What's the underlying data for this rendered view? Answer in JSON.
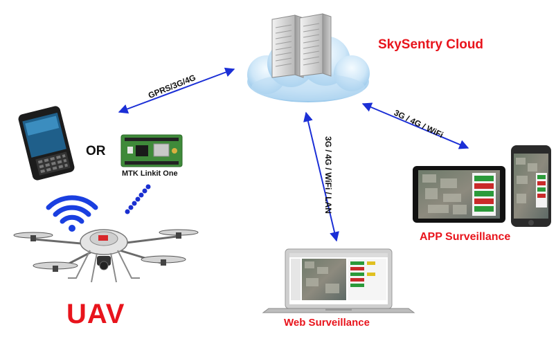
{
  "cloud": {
    "title": "SkySentry Cloud"
  },
  "links": {
    "device_to_cloud": "GPRS/3G/4G",
    "cloud_to_app": "3G / 4G / WiFi",
    "cloud_to_web": "3G / 4G / WiFi / LAN"
  },
  "devices": {
    "or_text": "OR",
    "board_label": "MTK Linkit One"
  },
  "uav": {
    "title": "UAV"
  },
  "app": {
    "title": "APP Surveillance"
  },
  "web": {
    "title": "Web Surveillance"
  },
  "colors": {
    "accent_red": "#e8141c",
    "link_blue": "#1b2fd6",
    "wifi_blue": "#1a3fe0",
    "cloud_blue": "#a9d2ef"
  }
}
